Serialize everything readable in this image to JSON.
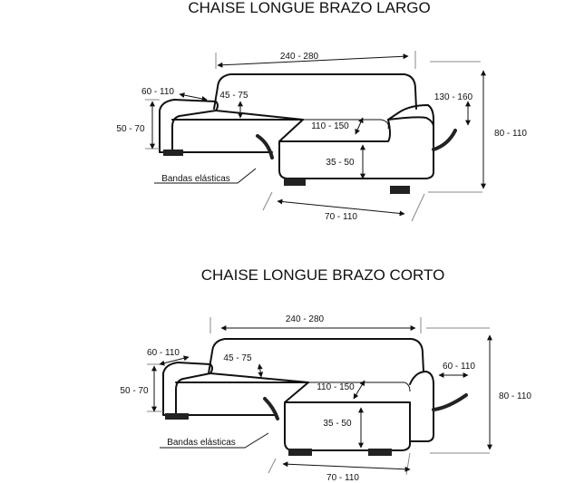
{
  "diagrams": [
    {
      "title": "CHAISE LONGUE BRAZO LARGO",
      "dims": {
        "width": "240 - 280",
        "arm_width": "60 - 110",
        "seat_depth": "45 - 75",
        "arm_height": "50 - 70",
        "chaise_height": "130 - 160",
        "chaise_width": "110 - 150",
        "total_height": "80 - 110",
        "seat_height": "35 - 50",
        "depth": "70 - 110"
      },
      "band_label": "Bandas elásticas"
    },
    {
      "title": "CHAISE LONGUE BRAZO CORTO",
      "dims": {
        "width": "240 - 280",
        "arm_width": "60 - 110",
        "seat_depth": "45 - 75",
        "arm_height": "50 - 70",
        "chaise_height": "60 - 110",
        "chaise_width": "110 - 150",
        "total_height": "80 - 110",
        "seat_height": "35 - 50",
        "depth": "70 - 110"
      },
      "band_label": "Bandas elásticas"
    }
  ]
}
